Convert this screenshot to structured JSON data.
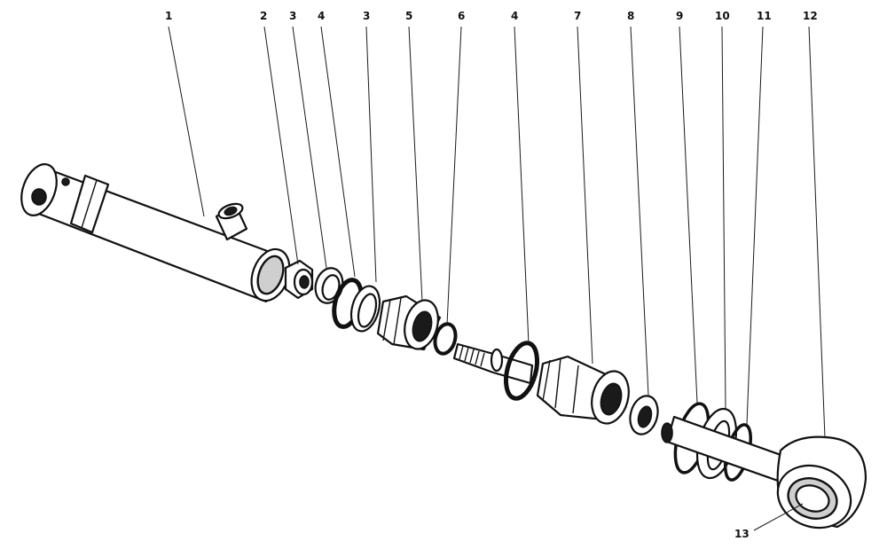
{
  "diagram": {
    "callouts": [
      {
        "id": "1",
        "label": "1"
      },
      {
        "id": "2",
        "label": "2"
      },
      {
        "id": "3a",
        "label": "3"
      },
      {
        "id": "4a",
        "label": "4"
      },
      {
        "id": "3b",
        "label": "3"
      },
      {
        "id": "5",
        "label": "5"
      },
      {
        "id": "6",
        "label": "6"
      },
      {
        "id": "4b",
        "label": "4"
      },
      {
        "id": "7",
        "label": "7"
      },
      {
        "id": "8",
        "label": "8"
      },
      {
        "id": "9",
        "label": "9"
      },
      {
        "id": "10",
        "label": "10"
      },
      {
        "id": "11",
        "label": "11"
      },
      {
        "id": "12",
        "label": "12"
      },
      {
        "id": "13",
        "label": "13"
      }
    ]
  }
}
